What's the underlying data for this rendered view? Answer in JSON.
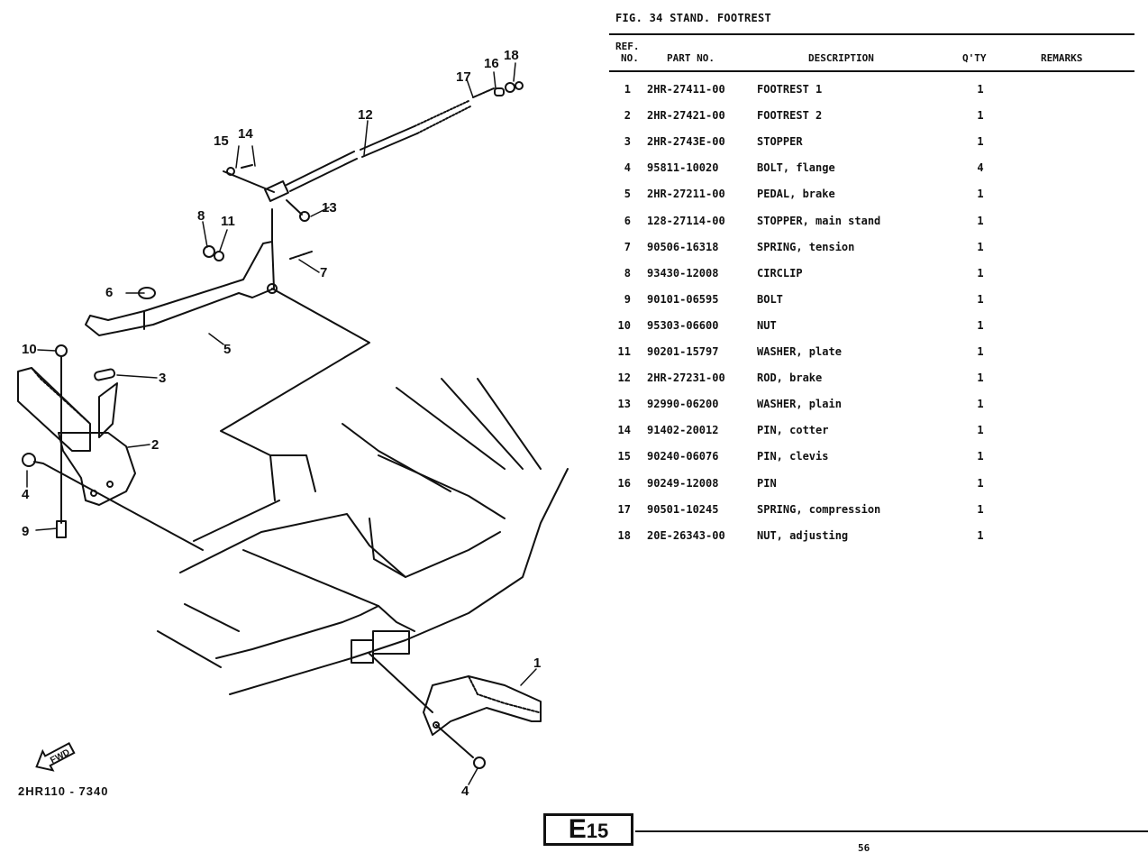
{
  "figure": {
    "title": "FIG. 34  STAND. FOOTREST"
  },
  "table": {
    "headers": {
      "ref_line1": "REF.",
      "ref_line2": "NO.",
      "part_no": "PART NO.",
      "description": "DESCRIPTION",
      "qty": "Q'TY",
      "remarks": "REMARKS"
    },
    "rows": [
      {
        "ref": "1",
        "part_no": "2HR-27411-00",
        "description": "FOOTREST 1",
        "qty": "1",
        "remarks": ""
      },
      {
        "ref": "2",
        "part_no": "2HR-27421-00",
        "description": "FOOTREST 2",
        "qty": "1",
        "remarks": ""
      },
      {
        "ref": "3",
        "part_no": "2HR-2743E-00",
        "description": "STOPPER",
        "qty": "1",
        "remarks": ""
      },
      {
        "ref": "4",
        "part_no": "95811-10020",
        "description": "BOLT, flange",
        "qty": "4",
        "remarks": ""
      },
      {
        "ref": "5",
        "part_no": "2HR-27211-00",
        "description": "PEDAL, brake",
        "qty": "1",
        "remarks": ""
      },
      {
        "ref": "6",
        "part_no": "128-27114-00",
        "description": "STOPPER, main stand",
        "qty": "1",
        "remarks": ""
      },
      {
        "ref": "7",
        "part_no": "90506-16318",
        "description": "SPRING, tension",
        "qty": "1",
        "remarks": ""
      },
      {
        "ref": "8",
        "part_no": "93430-12008",
        "description": "CIRCLIP",
        "qty": "1",
        "remarks": ""
      },
      {
        "ref": "9",
        "part_no": "90101-06595",
        "description": "BOLT",
        "qty": "1",
        "remarks": ""
      },
      {
        "ref": "10",
        "part_no": "95303-06600",
        "description": "NUT",
        "qty": "1",
        "remarks": ""
      },
      {
        "ref": "11",
        "part_no": "90201-15797",
        "description": "WASHER, plate",
        "qty": "1",
        "remarks": ""
      },
      {
        "ref": "12",
        "part_no": "2HR-27231-00",
        "description": "ROD, brake",
        "qty": "1",
        "remarks": ""
      },
      {
        "ref": "13",
        "part_no": "92990-06200",
        "description": "WASHER, plain",
        "qty": "1",
        "remarks": ""
      },
      {
        "ref": "14",
        "part_no": "91402-20012",
        "description": "PIN, cotter",
        "qty": "1",
        "remarks": ""
      },
      {
        "ref": "15",
        "part_no": "90240-06076",
        "description": "PIN, clevis",
        "qty": "1",
        "remarks": ""
      },
      {
        "ref": "16",
        "part_no": "90249-12008",
        "description": "PIN",
        "qty": "1",
        "remarks": ""
      },
      {
        "ref": "17",
        "part_no": "90501-10245",
        "description": "SPRING, compression",
        "qty": "1",
        "remarks": ""
      },
      {
        "ref": "18",
        "part_no": "20E-26343-00",
        "description": "NUT, adjusting",
        "qty": "1",
        "remarks": ""
      }
    ]
  },
  "diagram": {
    "callouts": [
      "1",
      "2",
      "3",
      "4",
      "5",
      "6",
      "7",
      "8",
      "9",
      "10",
      "11",
      "12",
      "13",
      "14",
      "15",
      "16",
      "17",
      "18",
      "4"
    ],
    "fwd_label": "FWD",
    "drawing_code": "2HR110 - 7340"
  },
  "footer": {
    "section_letter": "E",
    "section_number": "15",
    "page_number": "56"
  }
}
